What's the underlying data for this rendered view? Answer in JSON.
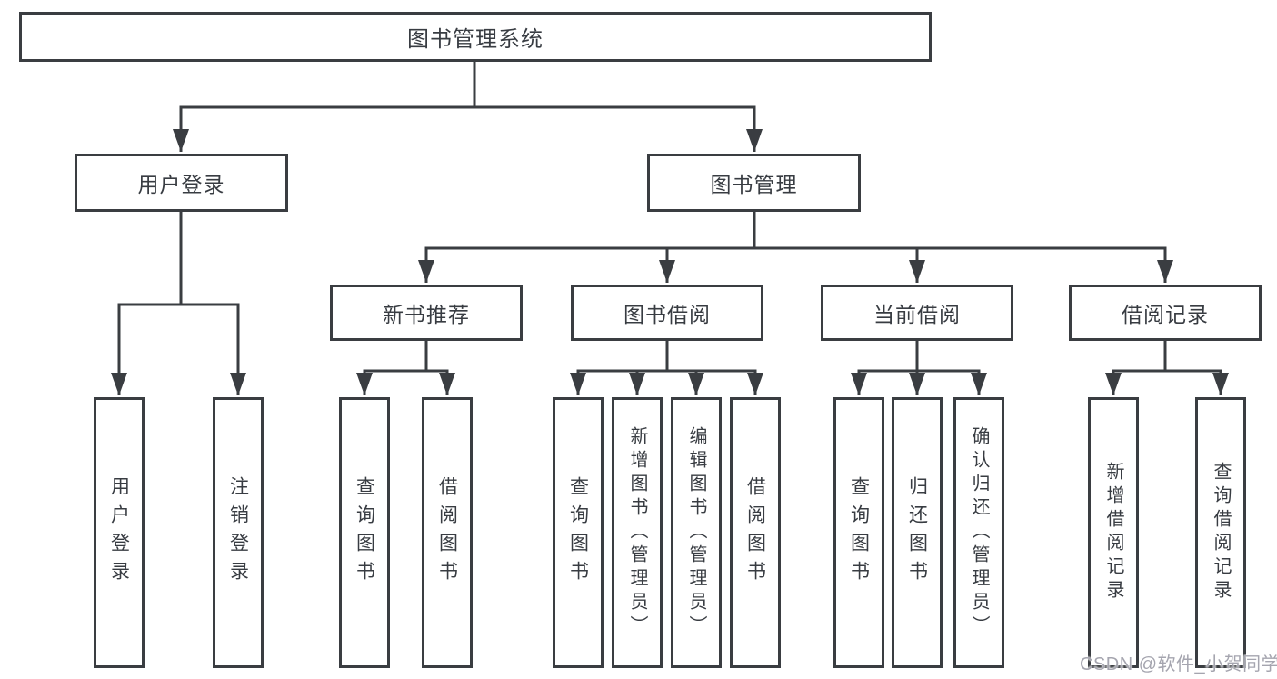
{
  "diagram_type": "hierarchy-tree",
  "colors": {
    "line": "#3a3d41",
    "box_border": "#3a3d41",
    "text": "#383c42",
    "background": "#ffffff",
    "watermark_text": "#a5a5af"
  },
  "tree": {
    "root": {
      "label": "图书管理系统"
    },
    "children": [
      {
        "label": "用户登录",
        "children": [
          {
            "label": "用户登录"
          },
          {
            "label": "注销登录"
          }
        ]
      },
      {
        "label": "图书管理",
        "children": [
          {
            "label": "新书推荐",
            "children": [
              {
                "label": "查询图书"
              },
              {
                "label": "借阅图书"
              }
            ]
          },
          {
            "label": "图书借阅",
            "children": [
              {
                "label": "查询图书"
              },
              {
                "label": "新增图书（管理员）"
              },
              {
                "label": "编辑图书（管理员）"
              },
              {
                "label": "借阅图书"
              }
            ]
          },
          {
            "label": "当前借阅",
            "children": [
              {
                "label": "查询图书"
              },
              {
                "label": "归还图书"
              },
              {
                "label": "确认归还（管理员）"
              }
            ]
          },
          {
            "label": "借阅记录",
            "children": [
              {
                "label": "新增借阅记录"
              },
              {
                "label": "查询借阅记录"
              }
            ]
          }
        ]
      }
    ]
  },
  "watermark": {
    "text": "CSDN @软件_小贺同学"
  }
}
